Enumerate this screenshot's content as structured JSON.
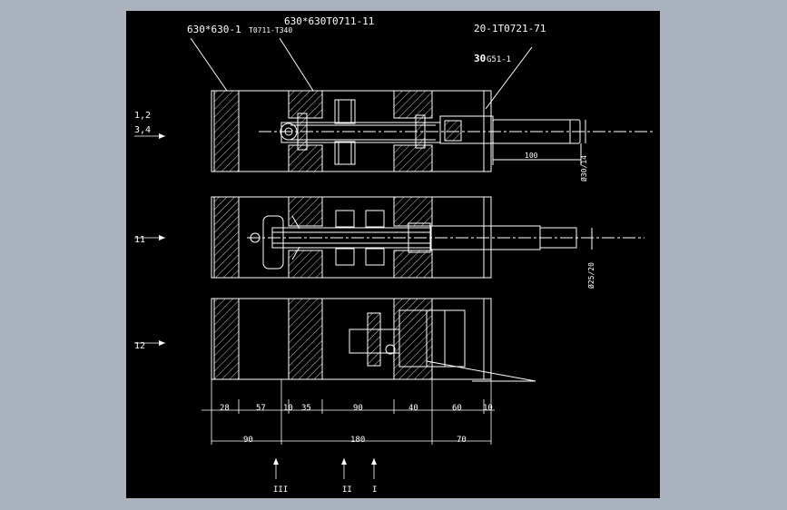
{
  "callouts": {
    "left": "630*630-1",
    "left_sub": "T0711-T340",
    "center": "630*630T0711-11",
    "right_top": "20-1T0721-71",
    "right_sub_bold": "30",
    "right_sub": "G51-1"
  },
  "views": {
    "v1_label_a": "1,2",
    "v1_label_b": "3,4",
    "v2_label": "11",
    "v3_label": "12"
  },
  "dimensions": {
    "shaft_len": "100",
    "dia_top": "Ø30/14",
    "dia_mid": "Ø25/20",
    "row1": [
      "28",
      "57",
      "10",
      "35",
      "90",
      "40",
      "60",
      "10"
    ],
    "row2": [
      "90",
      "180",
      "70"
    ]
  },
  "sections": {
    "s3": "III",
    "s2": "II",
    "s1": "I"
  },
  "colors": {
    "background": "#a9b2bd",
    "sheet": "#000000",
    "line": "#ffffff"
  }
}
